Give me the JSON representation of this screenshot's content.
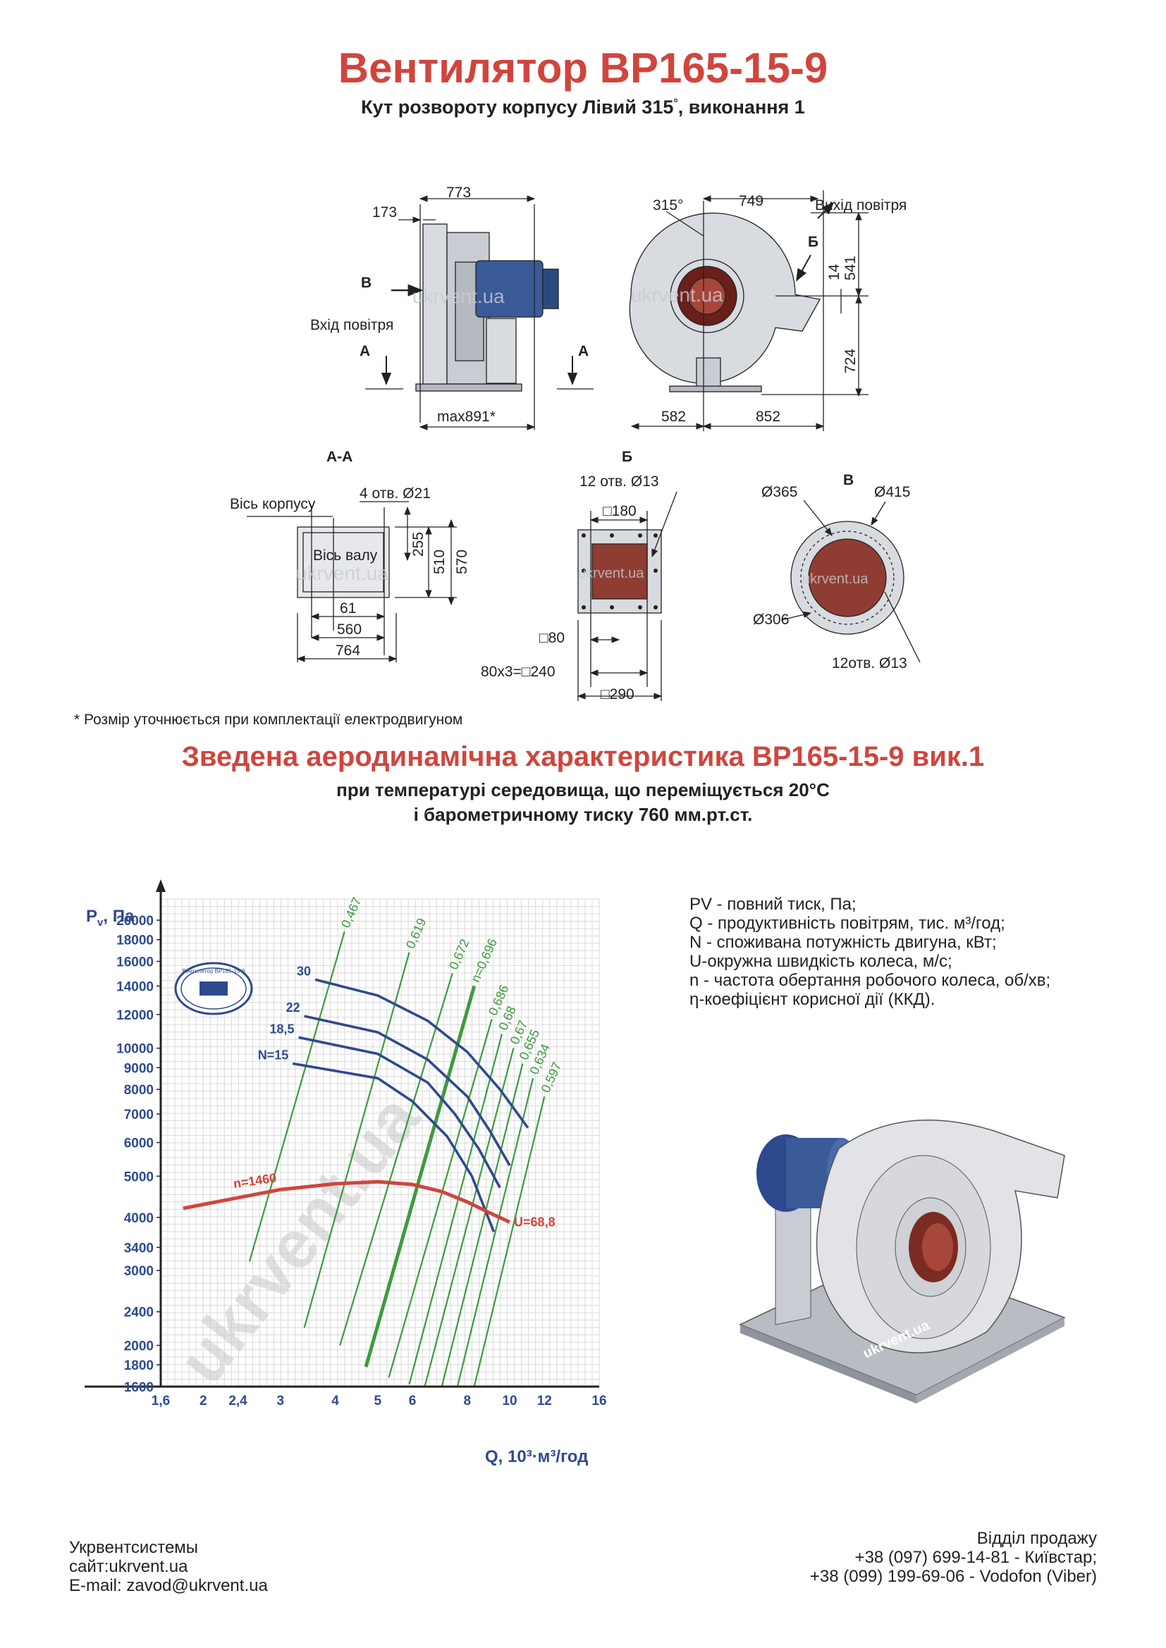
{
  "header": {
    "title": "Вентилятор ВР165-15-9",
    "subtitle_pre": "Кут розвороту корпусу Лівий 315",
    "subtitle_deg": "°",
    "subtitle_post": ", виконання 1"
  },
  "drawing": {
    "side_dims": {
      "width_top": "773",
      "offset": "173",
      "base": "max891*"
    },
    "labels": {
      "section_a": "А",
      "section_b": "Б",
      "section_v": "В",
      "inlet": "Вхід повітря",
      "outlet": "Вихід повітря",
      "angle": "315°",
      "watermark": "ukrvent.ua"
    },
    "front_dims": {
      "top": "749",
      "d14": "14",
      "d541": "541",
      "d724": "724",
      "left": "582",
      "right": "852"
    },
    "views": {
      "aa": "А-А",
      "b": "Б",
      "v": "В"
    },
    "aa_dims": {
      "axis_body": "Вісь корпусу",
      "axis_shaft": "Вісь валу",
      "holes": "4 отв.  Ø21",
      "d255": "255",
      "d510": "510",
      "d570": "570",
      "d61": "61",
      "d560": "560",
      "d764": "764"
    },
    "b_dims": {
      "holes": "12 отв.  Ø13",
      "sq180": "□180",
      "sq80": "□80",
      "pitch": "80х3=□240",
      "sq290": "□290"
    },
    "v_dims": {
      "d365": "Ø365",
      "d415": "Ø415",
      "d306": "Ø306",
      "holes": "12отв.  Ø13"
    }
  },
  "footnote": "* Розмір уточнюється при комплектації електродвигуном",
  "section": {
    "title": "Зведена аеродинамічна характеристика ВР165-15-9 вик.1",
    "line1": "при температурі середовища, що переміщується 20°С",
    "line2": "і барометричному тиску 760 мм.рт.ст."
  },
  "legend": [
    "PV - повний тиск, Па;",
    "Q - продуктивність повітрям, тис. м³/год;",
    "N - споживана потужність двигуна, кВт;",
    "U-окружна швидкість колеса, м/с;",
    "n - частота обертання робочого колеса, об/хв;",
    "η-коефіцієнт корисної дії (ККД)."
  ],
  "chart_data": {
    "type": "line",
    "ylabel_main": "P",
    "ylabel_sub": "v",
    "ylabel_rest": ", Па",
    "xlabel": "Q, 10³·м³/год",
    "x_scale": "log",
    "y_scale": "log",
    "xlim": [
      1.6,
      16
    ],
    "ylim": [
      1600,
      20000
    ],
    "x_ticks": [
      "1,6",
      "2",
      "2,4",
      "3",
      "4",
      "5",
      "6",
      "8",
      "10",
      "12",
      "16"
    ],
    "x_tick_values": [
      1.6,
      2,
      2.4,
      3,
      4,
      5,
      6,
      8,
      10,
      12,
      16
    ],
    "y_ticks": [
      "20000",
      "18000",
      "16000",
      "14000",
      "12000",
      "10000",
      "9000",
      "8000",
      "7000",
      "6000",
      "5000",
      "4000",
      "3400",
      "3000",
      "2400",
      "2000",
      "1800",
      "1600"
    ],
    "y_tick_values": [
      20000,
      18000,
      16000,
      14000,
      12000,
      10000,
      9000,
      8000,
      7000,
      6000,
      5000,
      4000,
      3400,
      3000,
      2400,
      2000,
      1800,
      1600
    ],
    "pressure_curve": {
      "label": "n=1460",
      "end_label": "U=68,8",
      "points": [
        [
          1.8,
          4200
        ],
        [
          2.4,
          4450
        ],
        [
          3,
          4650
        ],
        [
          4,
          4800
        ],
        [
          5,
          4850
        ],
        [
          6,
          4780
        ],
        [
          7,
          4600
        ],
        [
          8,
          4350
        ],
        [
          9,
          4100
        ],
        [
          10,
          3900
        ]
      ]
    },
    "power_curves": [
      {
        "label": "30",
        "points": [
          [
            3.6,
            14500
          ],
          [
            5,
            13300
          ],
          [
            6.5,
            11600
          ],
          [
            8,
            9800
          ],
          [
            9.5,
            8000
          ],
          [
            11,
            6500
          ]
        ]
      },
      {
        "label": "22",
        "points": [
          [
            3.4,
            11900
          ],
          [
            5,
            10900
          ],
          [
            6.5,
            9400
          ],
          [
            8,
            7700
          ],
          [
            9,
            6400
          ],
          [
            10,
            5300
          ]
        ]
      },
      {
        "label": "18,5",
        "points": [
          [
            3.3,
            10600
          ],
          [
            5,
            9700
          ],
          [
            6.5,
            8300
          ],
          [
            7.5,
            7000
          ],
          [
            8.5,
            5800
          ],
          [
            9.5,
            4700
          ]
        ]
      },
      {
        "label": "N=15",
        "points": [
          [
            3.2,
            9200
          ],
          [
            5,
            8500
          ],
          [
            6,
            7500
          ],
          [
            7.2,
            6200
          ],
          [
            8.2,
            5000
          ],
          [
            9.2,
            3700
          ]
        ]
      }
    ],
    "efficiency_lines": [
      {
        "label": "0,467",
        "top": [
          4.2,
          18800
        ],
        "bottom": [
          2.55,
          3150
        ]
      },
      {
        "label": "0,619",
        "top": [
          5.9,
          16800
        ],
        "bottom": [
          3.4,
          2200
        ]
      },
      {
        "label": "0,672",
        "top": [
          7.4,
          15000
        ],
        "bottom": [
          4.1,
          2000
        ]
      },
      {
        "label": "n=0,696",
        "top": [
          8.3,
          14000
        ],
        "bottom": [
          4.7,
          1780
        ]
      },
      {
        "label": "0,686",
        "top": [
          9.1,
          11700
        ],
        "bottom": [
          5.3,
          1680
        ]
      },
      {
        "label": "0,68",
        "top": [
          9.6,
          10800
        ],
        "bottom": [
          5.9,
          1620
        ]
      },
      {
        "label": "0,67",
        "top": [
          10.2,
          10000
        ],
        "bottom": [
          6.4,
          1600
        ]
      },
      {
        "label": "0,655",
        "top": [
          10.7,
          9200
        ],
        "bottom": [
          7,
          1600
        ]
      },
      {
        "label": "0,634",
        "top": [
          11.3,
          8500
        ],
        "bottom": [
          7.6,
          1600
        ]
      },
      {
        "label": "0,597",
        "top": [
          12,
          7700
        ],
        "bottom": [
          8.3,
          1600
        ]
      }
    ],
    "stamp_text": "Вентилятор ВР165-15-9",
    "colors": {
      "power": "#2e4a8e",
      "efficiency": "#3f9a3f",
      "pressure": "#d0453d",
      "axis_labels": "#2e4a8e"
    }
  },
  "footer": {
    "company": "Укрвентсистемы",
    "site": "сайт:ukrvent.ua",
    "email": "E-mail: zavod@ukrvent.ua",
    "sales": "Відділ продажу",
    "phone1": "+38 (097) 699-14-81 - Київстар;",
    "phone2": "+38 (099) 199-69-06 - Vodofon (Viber)"
  }
}
